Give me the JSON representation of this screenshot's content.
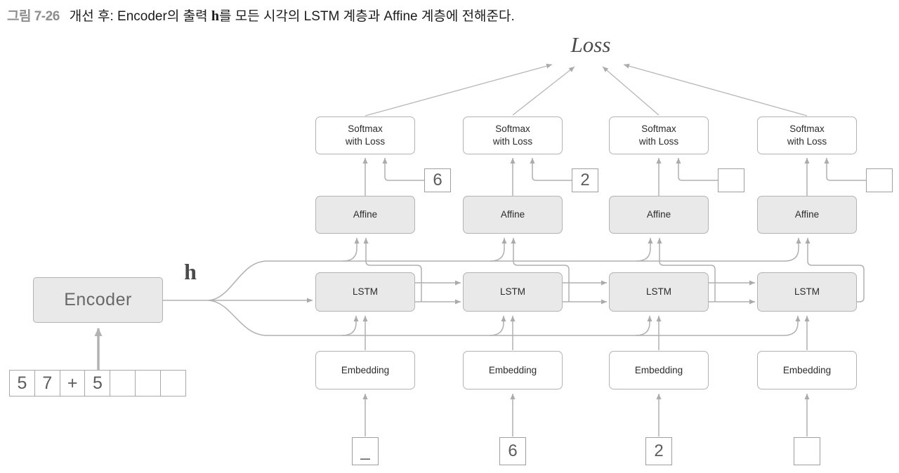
{
  "caption": {
    "figure_label": "그림 7-26",
    "text_before_h": "개선 후: Encoder의 출력 ",
    "h_symbol": "h",
    "text_after_h": "를 모든 시각의 LSTM 계층과 Affine 계층에 전해준다."
  },
  "loss_label": "Loss",
  "encoder": {
    "label": "Encoder",
    "output_symbol": "h",
    "input_cells": [
      "5",
      "7",
      "+",
      "5",
      "",
      "",
      ""
    ]
  },
  "decoder_columns": [
    {
      "softmax_label": "Softmax\nwith Loss",
      "target_label": "6",
      "affine_label": "Affine",
      "lstm_label": "LSTM",
      "embedding_label": "Embedding",
      "input_token": "_"
    },
    {
      "softmax_label": "Softmax\nwith Loss",
      "target_label": "2",
      "affine_label": "Affine",
      "lstm_label": "LSTM",
      "embedding_label": "Embedding",
      "input_token": "6"
    },
    {
      "softmax_label": "Softmax\nwith Loss",
      "target_label": "",
      "affine_label": "Affine",
      "lstm_label": "LSTM",
      "embedding_label": "Embedding",
      "input_token": "2"
    },
    {
      "softmax_label": "Softmax\nwith Loss",
      "target_label": "",
      "affine_label": "Affine",
      "lstm_label": "LSTM",
      "embedding_label": "Embedding",
      "input_token": ""
    }
  ],
  "colors": {
    "layer_fill_gray": "#e9e9e9",
    "box_border": "#b3b3b3",
    "wire_gray": "#b0b0b0",
    "loss_arrow_gray": "#b7b7b7",
    "label_text": "#2b2b2b",
    "caption_label_gray": "#8e8e8e"
  }
}
